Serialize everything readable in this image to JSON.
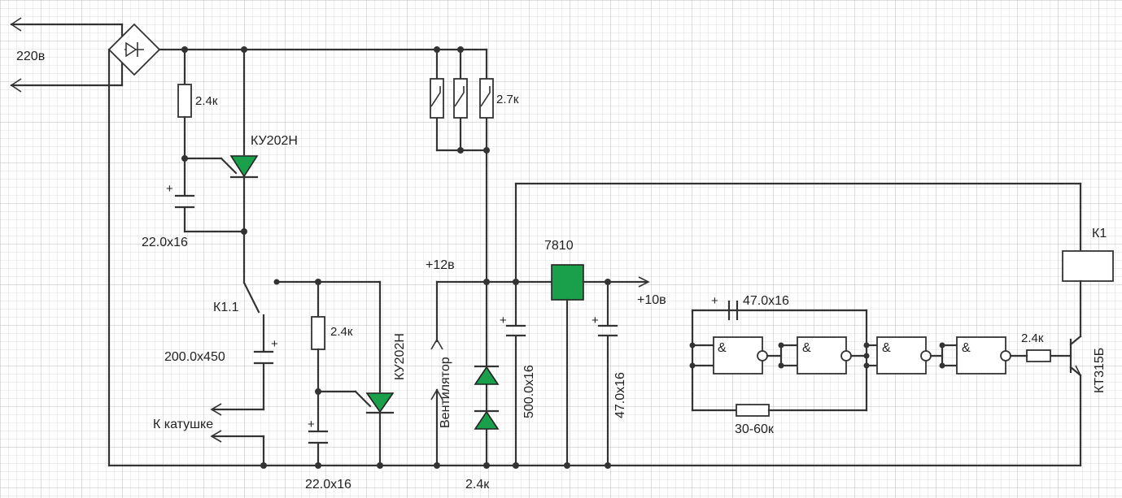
{
  "labels": {
    "mains": "220в",
    "r_top": "2.4к",
    "scr_top": "КУ202Н",
    "c_top": "22.0x16",
    "relay_contact": "К1.1",
    "c_main": "200.0x450",
    "coil": "К катушке",
    "r_mid": "2.4к",
    "scr_bottom": "КУ202Н",
    "c_bottom": "22.0x16",
    "plus_12": "+12в",
    "fan": "Вентилятор",
    "zener_r": "2.4к",
    "res_bank": "2.7к",
    "c_500": "500.0x16",
    "regulator": "7810",
    "plus_10": "+10в",
    "c_47_out": "47.0x16",
    "c_47_osc": "47.0x16",
    "r_osc": "30-60к",
    "r_base": "2.4к",
    "transistor": "КТ315Б",
    "relay": "К1",
    "and_gate": "&",
    "plus": "+"
  },
  "colors": {
    "component_fill": "#1aa04a",
    "wire": "#333333",
    "grid_minor": "#d9d9d9",
    "grid_major": "#bcbcbc"
  }
}
